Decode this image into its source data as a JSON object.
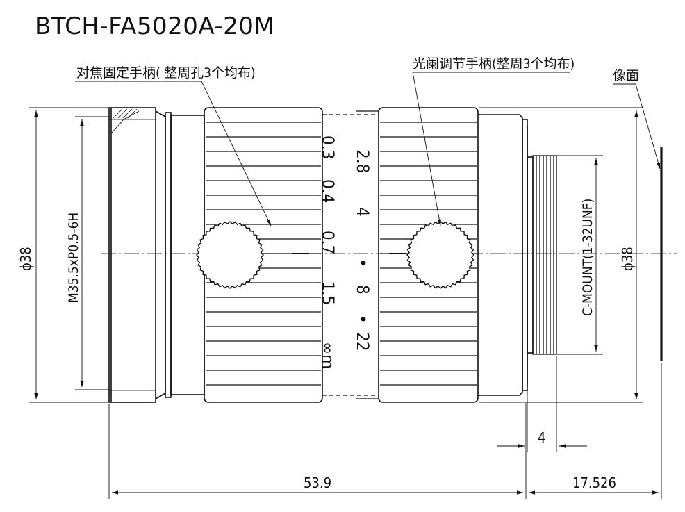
{
  "title": "BTCH-FA5020A-20M",
  "callouts": {
    "focus_handle": "对焦固定手柄( 整周孔3个均布)",
    "iris_handle": "光阑调节手柄(整周3个均布)",
    "image_plane": "像面"
  },
  "dimensions": {
    "left_diameter": "ϕ38",
    "filter_thread": "M35.5xP0.5-6H",
    "right_diameter": "ϕ38",
    "mount_thread": "C-MOUNT(1-32UNF)",
    "flange_step": "4",
    "body_length": "53.9",
    "back_focus": "17.526"
  },
  "focus_scale": [
    "0.3",
    "0.4",
    "0.7",
    "1.5",
    "∞m"
  ],
  "iris_scale": [
    "2.8",
    "4",
    "•",
    "8",
    "•",
    "22"
  ],
  "colors": {
    "line": "#111111",
    "background": "#ffffff"
  }
}
